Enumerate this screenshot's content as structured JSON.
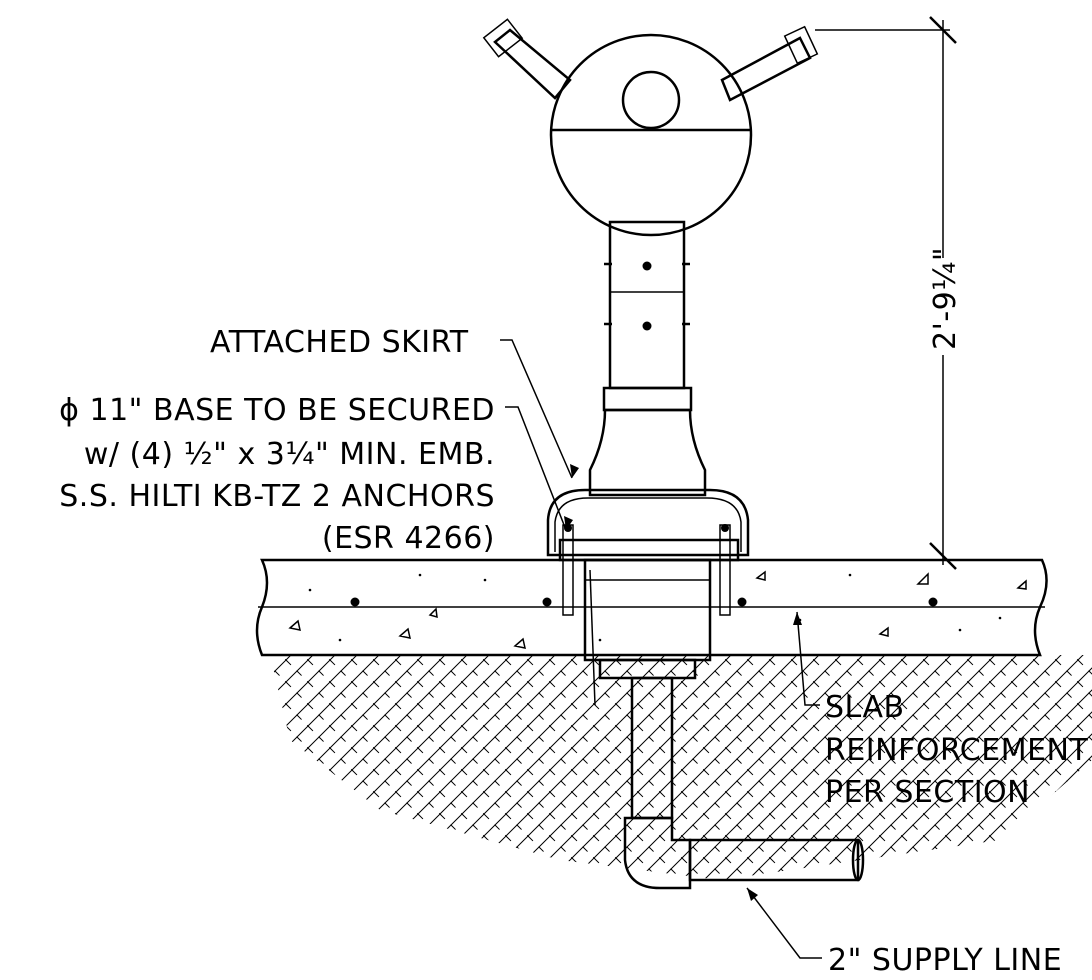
{
  "labels": {
    "attached_skirt": "ATTACHED SKIRT",
    "base_line1": "ϕ 11\" BASE TO BE SECURED",
    "base_line2": "w/ (4) ½\" x 3¼\" MIN. EMB.",
    "base_line3": "S.S. HILTI KB-TZ 2 ANCHORS",
    "base_line4": "(ESR 4266)",
    "slab_line1": "SLAB",
    "slab_line2": "REINFORCEMENT",
    "slab_line3": "PER SECTION",
    "supply_line": "2\" SUPPLY LINE"
  },
  "dimension": {
    "height": "2'-9¼\""
  }
}
